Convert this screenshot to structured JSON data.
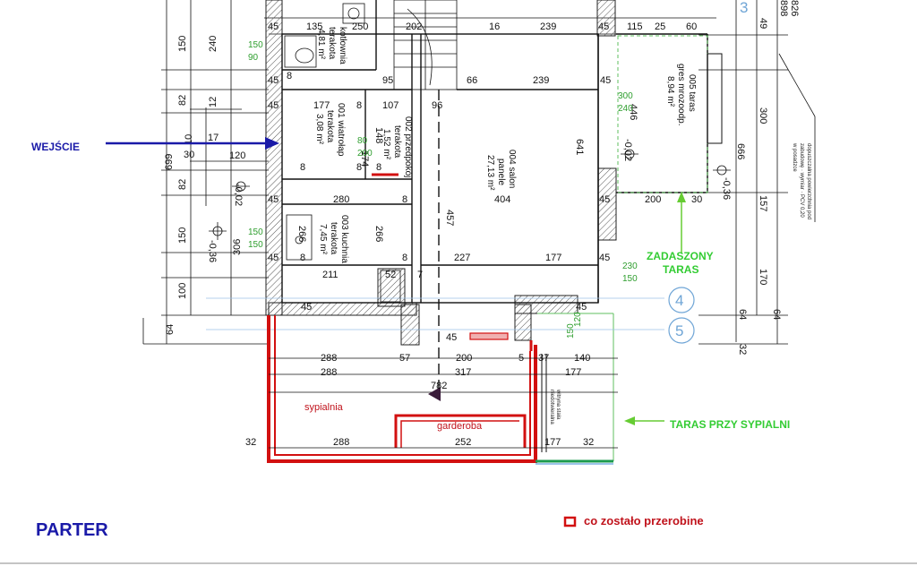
{
  "labels": {
    "entrance": "WEJŚCIE",
    "covered_terrace_1": "ZADASZONY",
    "covered_terrace_2": "TARAS",
    "bedroom_terrace": "TARAS PRZY SYPIALNI",
    "floor_name": "PARTER",
    "legend_text": "co zostało przerobine",
    "bedroom": "sypialnia",
    "wardrobe": "garderoba",
    "fixed_glass_1": "witryna stała",
    "fixed_glass_2": "niedotwieralna"
  },
  "rooms": {
    "living_1": "004 salon",
    "living_2": "panele",
    "living_3": "27,13 m²",
    "kitchen_1": "003 kuchnia",
    "kitchen_2": "terakota",
    "kitchen_3": "7,45 m²",
    "windbreak_1": "001 wiatrołap",
    "windbreak_2": "terakota",
    "windbreak_3": "3,08 m²",
    "hall_1": "002 przedpokój",
    "hall_2": "terakota",
    "hall_3": "1,52 m²",
    "boiler_1": "kotłownia",
    "boiler_2": "terakota",
    "boiler_3": "4,81 m²",
    "terrace_1": "005 taras",
    "terrace_2": "gres mrozoodp.",
    "terrace_3": "8,94 m²"
  },
  "dims": {
    "d135": "135",
    "d250": "250",
    "d202": "202",
    "d16": "16",
    "d239a": "239",
    "d45": "45",
    "d115": "115",
    "d25": "25",
    "d60": "60",
    "d66": "66",
    "d239b": "239",
    "d95": "95",
    "d177": "177",
    "d8": "8",
    "d107": "107",
    "d96": "96",
    "d280": "280",
    "d404": "404",
    "d200a": "200",
    "d30a": "30",
    "d227": "227",
    "d177b": "177",
    "d211": "211",
    "d52": "52",
    "d7": "7",
    "d288a": "288",
    "d57": "57",
    "d200b": "200",
    "d5": "5",
    "d37": "37",
    "d140": "140",
    "d288b": "288",
    "d317": "317",
    "d177c": "177",
    "d782": "782",
    "d32a": "32",
    "d288c": "288",
    "d252": "252",
    "d177d": "177",
    "d32b": "32",
    "l150a": "150",
    "l82a": "82",
    "l699": "699",
    "l82b": "82",
    "l150b": "150",
    "l100": "100",
    "l64a": "64",
    "l240": "240",
    "l12": "12",
    "l10": "10",
    "l17": "17",
    "l30": "30",
    "l120": "120",
    "l306": "306",
    "c174": "174",
    "c148": "148",
    "c266a": "266",
    "c266b": "266",
    "c457": "457",
    "c641": "641",
    "c446": "446",
    "r300": "300",
    "r666": "666",
    "r157": "157",
    "r170": "170",
    "r64": "64",
    "r32": "32",
    "r49": "49",
    "r898": "898",
    "r826": "826",
    "g150a": "150",
    "g90": "90",
    "g150b": "150",
    "g150c": "150",
    "g80": "80",
    "g200": "200",
    "g300": "300",
    "g240": "240",
    "g230": "230",
    "g150d": "150",
    "g120": "120",
    "g150e": "150",
    "lv002": "-0,02",
    "lv036a": "-0,36",
    "lv036b": "-0,36",
    "lv002b": "-0,02",
    "axis4": "4",
    "axis5": "5",
    "axis3": "3"
  },
  "colors": {
    "change": "#d21010",
    "terrace_green": "#22aa22",
    "label_blue": "#1a1aa8",
    "axis_blue": "#6fa5d6"
  }
}
